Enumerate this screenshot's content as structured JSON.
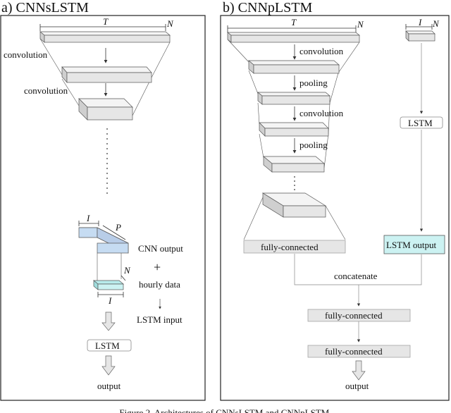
{
  "panel_a": {
    "title": "a) CNNsLSTM",
    "dim_T": "T",
    "dim_N": "N",
    "conv1": "convolution",
    "conv2": "convolution",
    "dim_I_top": "I",
    "dim_P": "P",
    "dim_N2": "N",
    "dim_I_bottom": "I",
    "cnn_output": "CNN output",
    "plus": "+",
    "hourly_data": "hourly data",
    "lstm_input": "LSTM input",
    "lstm": "LSTM",
    "output": "output"
  },
  "panel_b": {
    "title": "b) CNNpLSTM",
    "dim_T": "T",
    "dim_N": "N",
    "dim_I": "I",
    "dim_N2": "N",
    "conv1": "convolution",
    "pool1": "pooling",
    "conv2": "convolution",
    "pool2": "pooling",
    "lstm": "LSTM",
    "fc_left": "fully-connected",
    "lstm_output": "LSTM output",
    "concatenate": "concatenate",
    "fc1": "fully-connected",
    "fc2": "fully-connected",
    "output": "output"
  },
  "caption": "Figure 2. Architectures of CNNsLSTM and CNNpLSTM.",
  "colors": {
    "block_face": "#e6e6e6",
    "block_top": "#f4f4f4",
    "block_side": "#cfcfcf",
    "blue_top": "#8fa8dc",
    "blue_front": "#c6dcf2",
    "cyan_box": "#ccf2f2",
    "grey_box": "#e6e6e6"
  }
}
